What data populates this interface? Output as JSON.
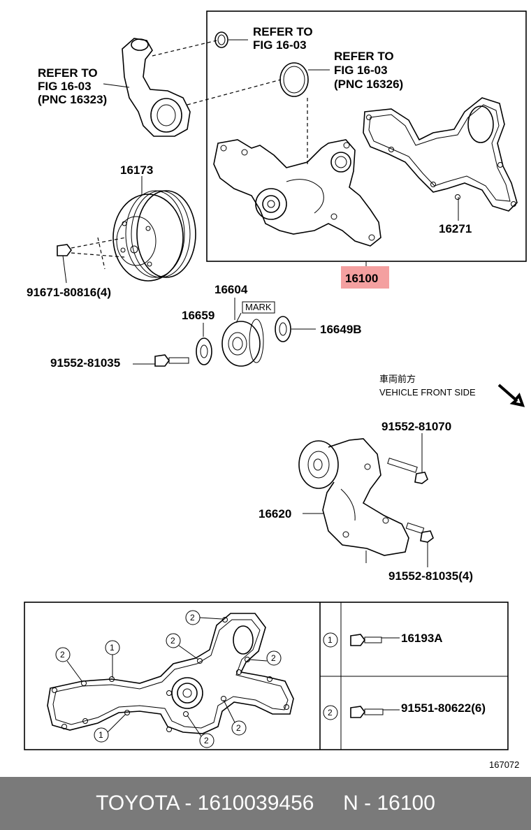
{
  "labels": {
    "refer_o_ring": [
      "REFER TO",
      "FIG 16-03"
    ],
    "refer_gasket": [
      "REFER TO",
      "FIG 16-03",
      "(PNC 16326)"
    ],
    "refer_pipe": [
      "REFER TO",
      "FIG 16-03",
      "(PNC 16323)"
    ],
    "p16173": "16173",
    "p16271": "16271",
    "p16100": "16100",
    "p91671": "91671-80816(4)",
    "p16604": "16604",
    "mark": "MARK",
    "p16659": "16659",
    "p16649b": "16649B",
    "p91552_81035": "91552-81035",
    "vehicle_front_jp": "車両前方",
    "vehicle_front_en": "VEHICLE FRONT SIDE",
    "p91552_81070": "91552-81070",
    "p16620": "16620",
    "p91552_81035_4": "91552-81035(4)",
    "fig_code": "167072"
  },
  "legend": {
    "row1_marker": "1",
    "row1_part": "16193A",
    "row2_marker": "2",
    "row2_part": "91551-80622(6)"
  },
  "callouts": [
    "2",
    "1",
    "2",
    "2",
    "2",
    "1",
    "2",
    "2"
  ],
  "colors": {
    "highlight": "#f4a0a0",
    "footer_bg": "#7a7a7a",
    "footer_text": "#ffffff"
  },
  "footer": {
    "text": "TOYOTA - 1610039456     N - 16100"
  }
}
